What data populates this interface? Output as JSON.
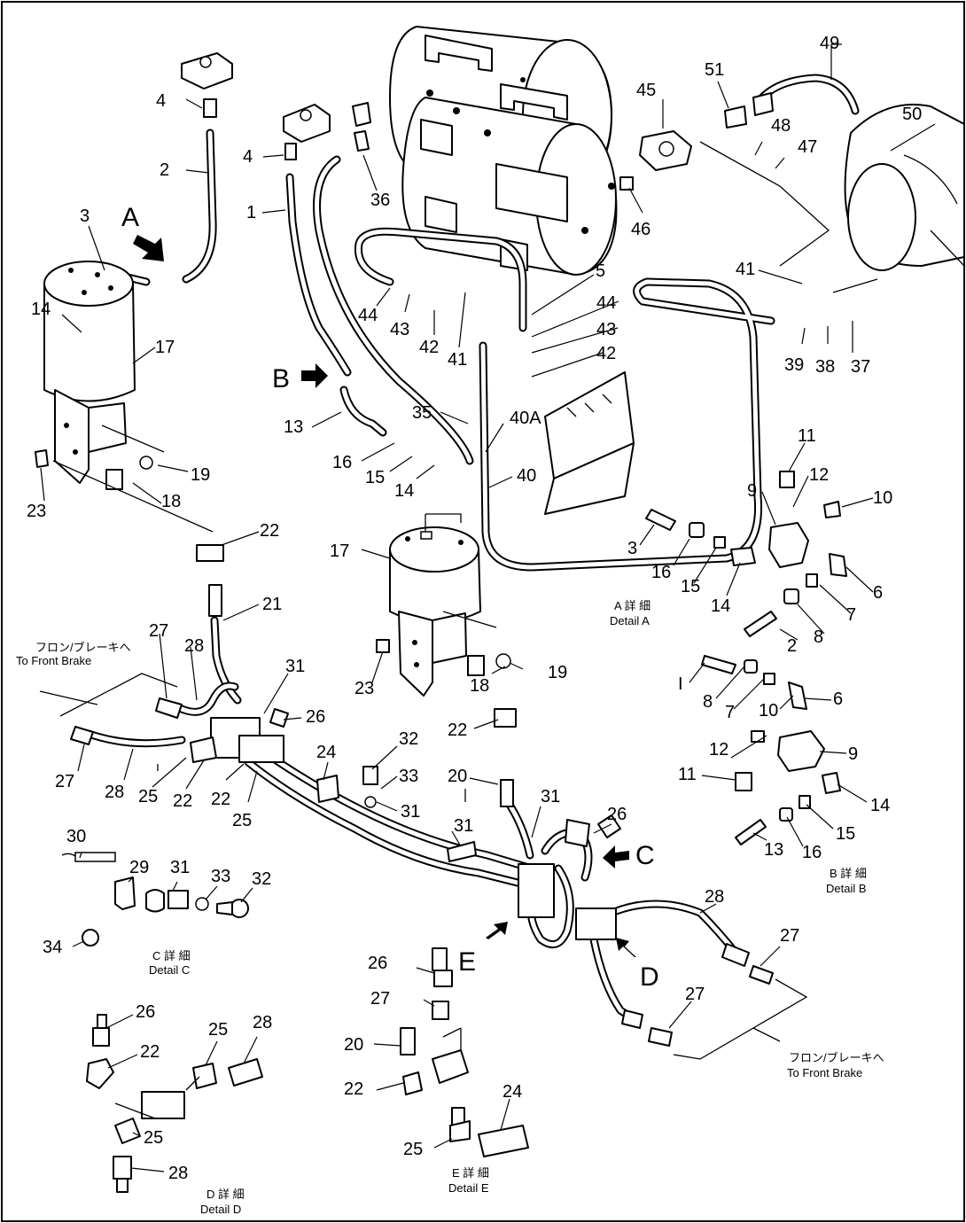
{
  "callouts": {
    "n49": "49",
    "n45": "45",
    "n51": "51",
    "n50": "50",
    "n48": "48",
    "n47": "47",
    "n46": "46",
    "n4a": "4",
    "n4b": "4",
    "n2": "2",
    "n1": "1",
    "n36": "36",
    "n3": "3",
    "n14a": "14",
    "n17a": "17",
    "n44a": "44",
    "n43a": "43",
    "n42a": "42",
    "n41a": "41",
    "n5": "5",
    "n44b": "44",
    "n43b": "43",
    "n42b": "42",
    "n41b": "41",
    "n39": "39",
    "n38": "38",
    "n37": "37",
    "n13a": "13",
    "n35": "35",
    "n40A": "40A",
    "n16a": "16",
    "n15a": "15",
    "n14b": "14",
    "n40": "40",
    "n23a": "23",
    "n18a": "18",
    "n19a": "19",
    "n22a": "22",
    "n11a": "11",
    "n12a": "12",
    "n10a": "10",
    "n9a": "9",
    "n3b": "3",
    "n16b": "16",
    "n15b": "15",
    "n14c": "14",
    "n6a": "6",
    "n7a": "7",
    "n8a": "8",
    "n2b": "2",
    "n17b": "17",
    "n21": "21",
    "n27a": "27",
    "n28a": "28",
    "n31a": "31",
    "n26a": "26",
    "n23b": "23",
    "n18b": "18",
    "n19b": "19",
    "n22b": "22",
    "n1b": "I",
    "n8b": "8",
    "n7b": "7",
    "n10b": "10",
    "n6b": "6",
    "n12b": "12",
    "n9b": "9",
    "n11b": "11",
    "n14d": "14",
    "n15c": "15",
    "n16c": "16",
    "n13b": "13",
    "n27b": "27",
    "n28b": "28",
    "n25a": "25",
    "n22c": "22",
    "n22d": "22",
    "n25b": "25",
    "n24a": "24",
    "n32a": "32",
    "n33a": "33",
    "n31b": "31",
    "n20a": "20",
    "n31c": "31",
    "n31d": "31",
    "n26b": "26",
    "n30": "30",
    "n29": "29",
    "n31e": "31",
    "n33b": "33",
    "n32b": "32",
    "n34": "34",
    "n28c": "28",
    "n27c": "27",
    "n27d": "27",
    "n26c": "26",
    "n27e": "27",
    "n20b": "20",
    "n22e": "22",
    "n25c": "25",
    "n24b": "24",
    "n26d": "26",
    "n22f": "22",
    "n25d": "25",
    "n25e": "25",
    "n28d": "28",
    "n28e": "28"
  },
  "view_markers": {
    "A": "A",
    "B": "B",
    "C": "C",
    "D": "D",
    "E": "E"
  },
  "captions": {
    "front_brake_left_jp": "フロン/ブレーキへ",
    "front_brake_left_en": "To Front Brake",
    "front_brake_right_jp": "フロン/ブレーキへ",
    "front_brake_right_en": "To Front Brake",
    "detail_a_jp": "A 詳 細",
    "detail_a_en": "Detail A",
    "detail_b_jp": "B 詳 細",
    "detail_b_en": "Detail B",
    "detail_c_jp": "C 詳 細",
    "detail_c_en": "Detail C",
    "detail_d_jp": "D 詳 細",
    "detail_d_en": "Detail D",
    "detail_e_jp": "E 詳 細",
    "detail_e_en": "Detail E"
  }
}
